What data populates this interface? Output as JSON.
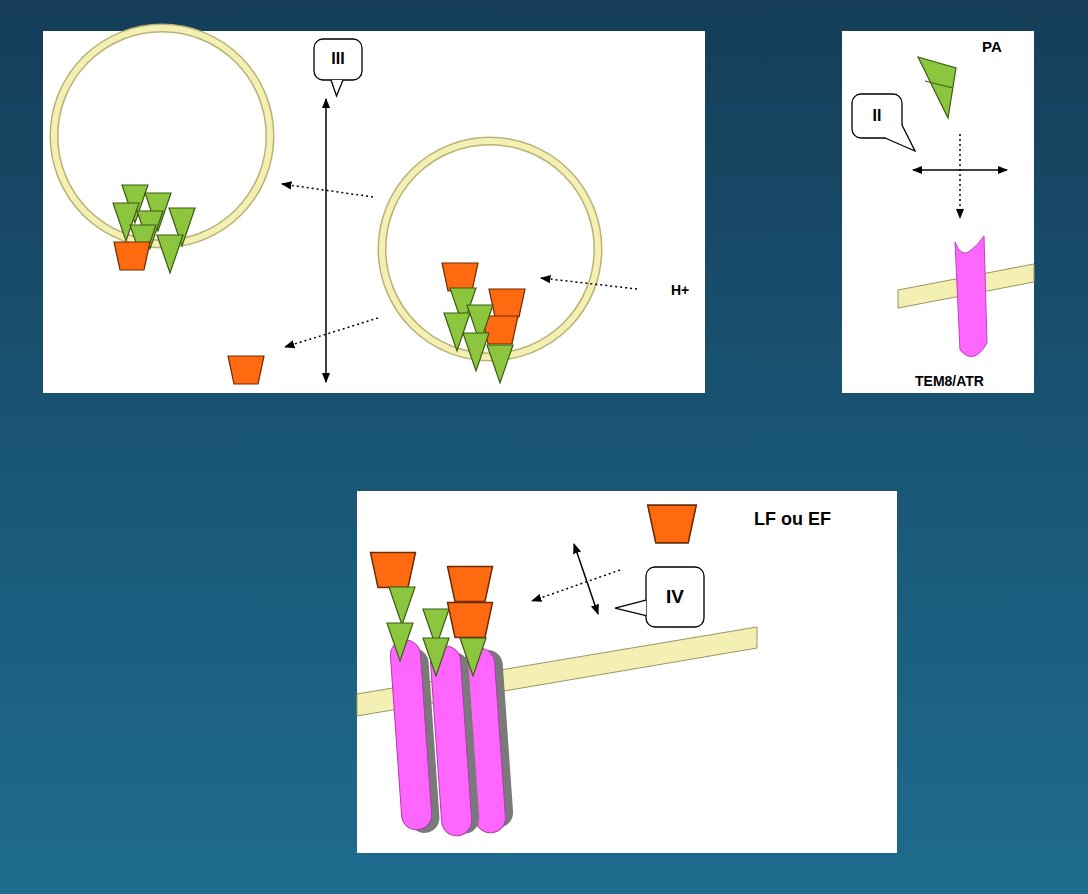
{
  "diagram": {
    "nodes": [
      {
        "text": [
          "III"
        ]
      },
      {
        "text": [
          "II"
        ]
      },
      {
        "text": [
          "IV"
        ]
      }
    ],
    "labels": [
      "PA",
      "H+",
      "TEM8/ATR",
      "LF ou EF"
    ]
  }
}
